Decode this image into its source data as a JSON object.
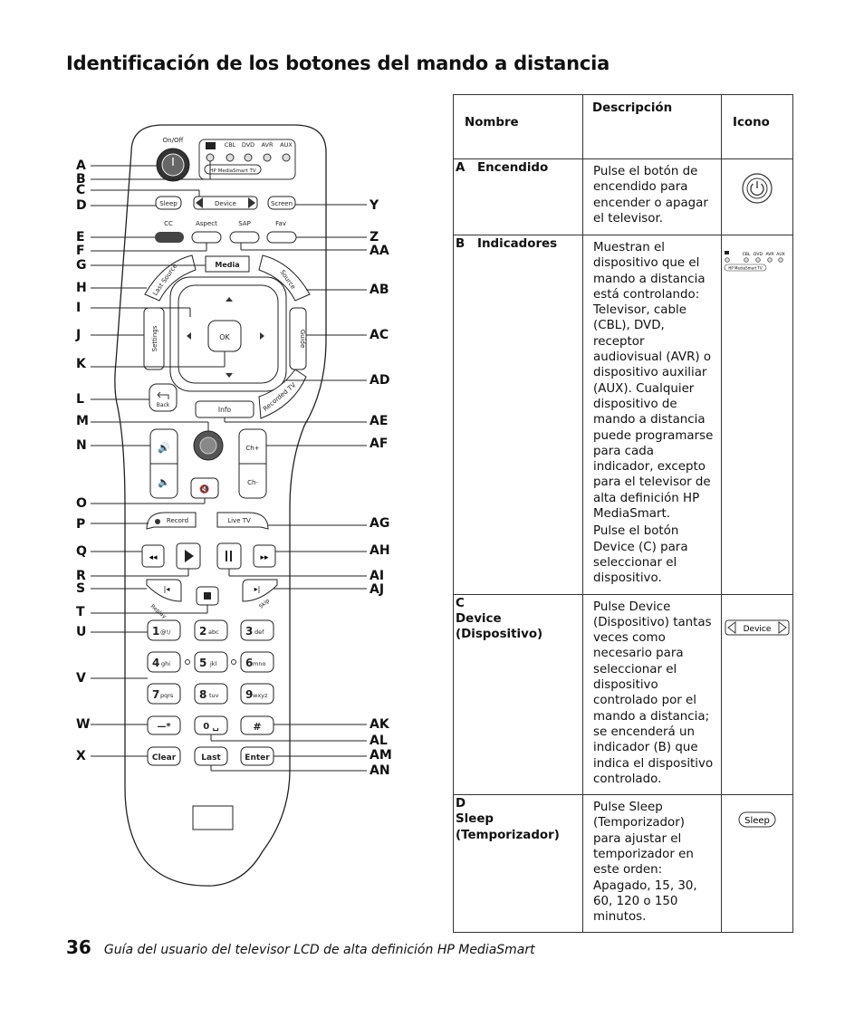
{
  "page": {
    "title": "Identificación de los botones del mando a distancia",
    "page_number": "36",
    "footer_text": "Guía del usuario del televisor LCD de alta definición HP MediaSmart"
  },
  "remote": {
    "labels_left": [
      "A",
      "B",
      "C",
      "D",
      "E",
      "F",
      "G",
      "H",
      "I",
      "J",
      "K",
      "L",
      "M",
      "N",
      "O",
      "P",
      "Q",
      "R",
      "S",
      "T",
      "U",
      "V",
      "W",
      "X"
    ],
    "labels_right": [
      "Y",
      "Z",
      "AA",
      "AB",
      "AC",
      "AD",
      "AE",
      "AF",
      "AG",
      "AH",
      "AI",
      "AJ",
      "AK",
      "AL",
      "AM",
      "AN"
    ],
    "on_off": "On/Off",
    "indicators": [
      "CBL",
      "DVD",
      "AVR",
      "AUX"
    ],
    "hp_mediasmart": "HP MediaSmart TV",
    "sleep": "Sleep",
    "device": "Device",
    "screen": "Screen",
    "cc": "CC",
    "aspect": "Aspect",
    "sap": "SAP",
    "fav": "Fav",
    "media": "Media",
    "last_source": "Last Source",
    "source": "Source",
    "settings": "Settings",
    "ok": "OK",
    "guide": "Guide",
    "back": "Back",
    "recorded_tv": "Recorded TV",
    "info": "Info",
    "ch_up": "Ch+",
    "ch_down": "Ch-",
    "record": "Record",
    "live_tv": "Live TV",
    "replay": "Replay",
    "skip": "Skip",
    "keys": [
      {
        "d": "1",
        "s": "@!/"
      },
      {
        "d": "2",
        "s": "abc"
      },
      {
        "d": "3",
        "s": "def"
      },
      {
        "d": "4",
        "s": "ghi"
      },
      {
        "d": "5",
        "s": "jkl"
      },
      {
        "d": "6",
        "s": "mno"
      },
      {
        "d": "7",
        "s": "pqrs"
      },
      {
        "d": "8",
        "s": "tuv"
      },
      {
        "d": "9",
        "s": "wxyz"
      }
    ],
    "dash": "—*",
    "zero": "0 ␣",
    "hash": "#",
    "clear": "Clear",
    "last": "Last",
    "enter": "Enter"
  },
  "table": {
    "headers": {
      "name": "Nombre",
      "desc": "Descripción",
      "icon": "Icono"
    },
    "rows": [
      {
        "letter": "A",
        "name": "Encendido",
        "desc": [
          "Pulse el botón de encendido para encender o apagar el televisor."
        ],
        "icon": "power-icon"
      },
      {
        "letter": "B",
        "name": "Indicadores",
        "desc": [
          "Muestran el dispositivo que el mando a distancia está controlando: Televisor, cable (CBL), DVD, receptor audiovisual (AVR) o dispositivo auxiliar (AUX). Cualquier dispositivo de mando a distancia puede programarse para cada indicador, excepto para el televisor de alta definición HP MediaSmart.",
          "Pulse el botón Device (C) para seleccionar el dispositivo."
        ],
        "icon": "indicators-icon"
      },
      {
        "letter": "C",
        "name": "Device (Dispositivo)",
        "desc": [
          "Pulse Device (Dispositivo) tantas veces como necesario para seleccionar el dispositivo controlado por el mando a distancia; se encenderá un indicador (B) que indica el dispositivo controlado."
        ],
        "icon": "device-icon"
      },
      {
        "letter": "D",
        "name": "Sleep (Temporizador)",
        "desc": [
          "Pulse Sleep (Temporizador) para ajustar el temporizador en este orden: Apagado, 15, 30, 60, 120 o 150 minutos."
        ],
        "icon": "sleep-icon"
      }
    ],
    "icon_texts": {
      "device": "Device",
      "sleep": "Sleep",
      "indicators": [
        "CBL",
        "DVD",
        "AVR",
        "AUX"
      ],
      "hp": "HP MediaSmart TV"
    }
  }
}
